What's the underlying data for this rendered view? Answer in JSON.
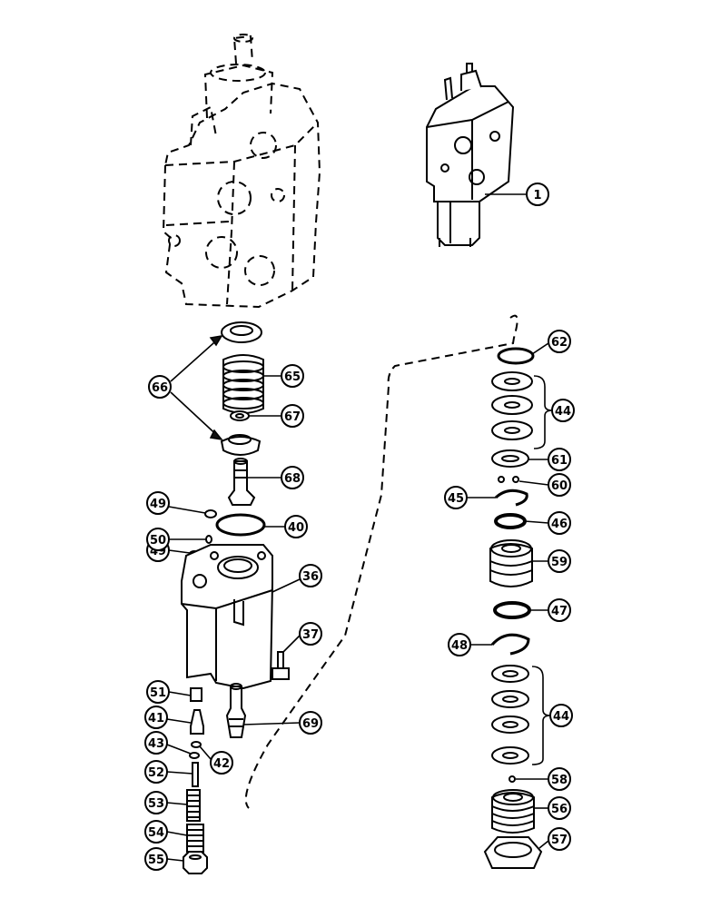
{
  "callouts": [
    {
      "id": "c1",
      "label": "1"
    },
    {
      "id": "c36",
      "label": "36"
    },
    {
      "id": "c37",
      "label": "37"
    },
    {
      "id": "c40",
      "label": "40"
    },
    {
      "id": "c41",
      "label": "41"
    },
    {
      "id": "c42",
      "label": "42"
    },
    {
      "id": "c43",
      "label": "43"
    },
    {
      "id": "c44a",
      "label": "44"
    },
    {
      "id": "c44b",
      "label": "44"
    },
    {
      "id": "c45",
      "label": "45"
    },
    {
      "id": "c46",
      "label": "46"
    },
    {
      "id": "c47",
      "label": "47"
    },
    {
      "id": "c48",
      "label": "48"
    },
    {
      "id": "c49a",
      "label": "49"
    },
    {
      "id": "c49b",
      "label": "49"
    },
    {
      "id": "c50",
      "label": "50"
    },
    {
      "id": "c51",
      "label": "51"
    },
    {
      "id": "c52",
      "label": "52"
    },
    {
      "id": "c53",
      "label": "53"
    },
    {
      "id": "c54",
      "label": "54"
    },
    {
      "id": "c55",
      "label": "55"
    },
    {
      "id": "c56",
      "label": "56"
    },
    {
      "id": "c57",
      "label": "57"
    },
    {
      "id": "c58",
      "label": "58"
    },
    {
      "id": "c59",
      "label": "59"
    },
    {
      "id": "c60",
      "label": "60"
    },
    {
      "id": "c61",
      "label": "61"
    },
    {
      "id": "c62",
      "label": "62"
    },
    {
      "id": "c65",
      "label": "65"
    },
    {
      "id": "c66",
      "label": "66"
    },
    {
      "id": "c67",
      "label": "67"
    },
    {
      "id": "c68",
      "label": "68"
    },
    {
      "id": "c69",
      "label": "69"
    }
  ]
}
